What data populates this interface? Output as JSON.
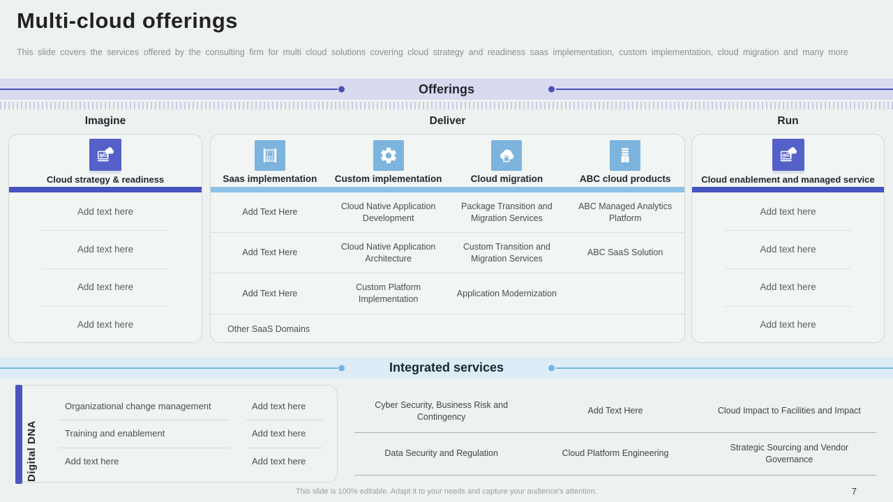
{
  "slide": {
    "title": "Multi-cloud offerings",
    "subtitle": "This slide covers the services offered by the consulting firm for multi cloud solutions covering cloud strategy and readiness saas implementation, custom implementation, cloud migration and many more",
    "footer": "This slide is 100% editable. Adapt it to your needs and capture your audience's attention.",
    "page_number": "7"
  },
  "bands": {
    "offerings_label": "Offerings",
    "integrated_label": "Integrated services"
  },
  "columns": {
    "imagine": {
      "header": "Imagine",
      "card_title": "Cloud strategy & readiness",
      "icon": "laptop-cloud-icon",
      "rows": [
        "Add text here",
        "Add text here",
        "Add text here",
        "Add text here"
      ]
    },
    "deliver": {
      "header": "Deliver",
      "services": [
        {
          "label": "Saas implementation",
          "icon": "blueprint-icon"
        },
        {
          "label": "Custom implementation",
          "icon": "gear-icon"
        },
        {
          "label": "Cloud migration",
          "icon": "cloud-box-icon"
        },
        {
          "label": "ABC cloud products",
          "icon": "product-box-icon"
        }
      ],
      "rows": [
        [
          "Add Text Here",
          "Cloud Native Application Development",
          "Package Transition and Migration Services",
          "ABC Managed Analytics Platform"
        ],
        [
          "Add Text Here",
          "Cloud Native Application Architecture",
          "Custom Transition and Migration Services",
          "ABC SaaS Solution"
        ],
        [
          "Add Text Here",
          "Custom Platform Implementation",
          "Application Modernization",
          ""
        ]
      ],
      "footer_row": "Other SaaS Domains"
    },
    "run": {
      "header": "Run",
      "card_title": "Cloud enablement and managed service",
      "icon": "laptop-cloud-icon",
      "rows": [
        "Add text here",
        "Add text here",
        "Add text here",
        "Add text here"
      ]
    }
  },
  "integrated": {
    "digital_dna": {
      "label": "Digital DNA",
      "left_items": [
        "Organizational change management",
        "Training and enablement",
        "Add text here"
      ],
      "right_items": [
        "Add text here",
        "Add text here",
        "Add text here"
      ]
    },
    "table": [
      [
        "Cyber Security, Business Risk and Contingency",
        "Add Text Here",
        "Cloud Impact to Facilities and Impact"
      ],
      [
        "Data Security and Regulation",
        "Cloud Platform Engineering",
        "Strategic Sourcing and Vendor Governance"
      ]
    ]
  },
  "colors": {
    "page_background": "#edf1ef",
    "accent_purple": "#4b55be",
    "icon_tile_purple": "#5560c8",
    "accent_blue": "#7cb4dd",
    "band_lavender": "#d9daf0",
    "band_light_blue": "#ddedf8"
  }
}
